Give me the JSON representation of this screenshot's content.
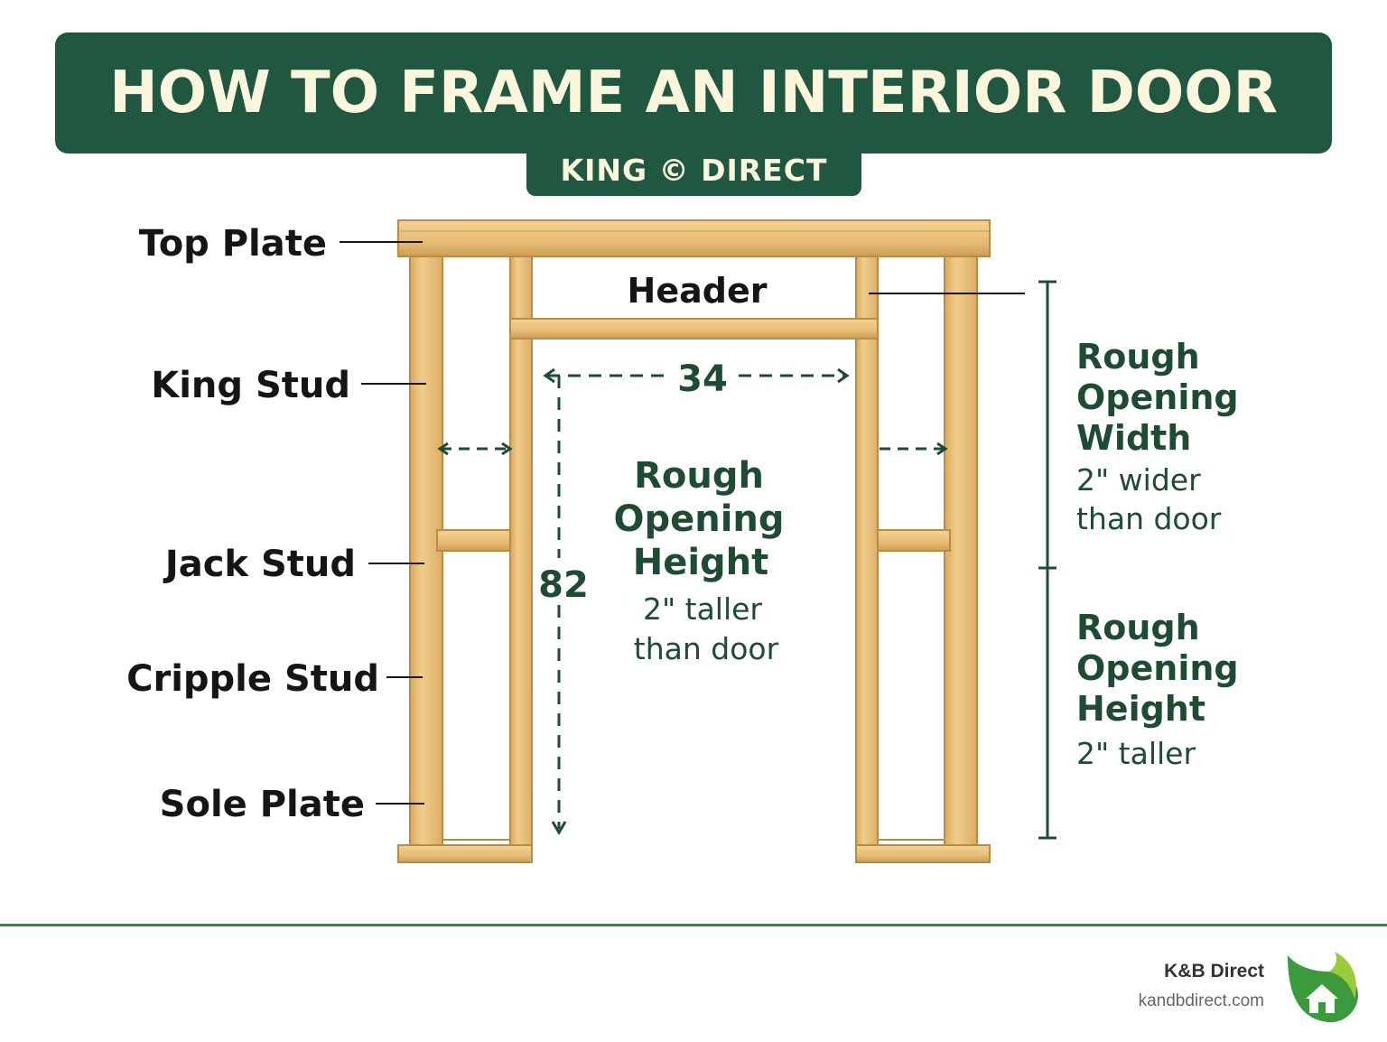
{
  "header": {
    "title": "HOW TO FRAME AN INTERIOR DOOR",
    "brand": "KING © DIRECT",
    "banner_color": "#1f5740",
    "title_color": "#fbf6dc"
  },
  "labels": {
    "top_plate": "Top Plate",
    "king_stud": "King Stud",
    "jack_stud": "Jack Stud",
    "cripple_stud": "Cripple Stud",
    "sole_plate": "Sole Plate",
    "header": "Header"
  },
  "dimensions": {
    "width": "34",
    "height": "82"
  },
  "center_note": {
    "line1": "Rough",
    "line2": "Opening",
    "line3": "Height",
    "line4": "2\" taller",
    "line5": "than door"
  },
  "right_notes": {
    "width": {
      "line1": "Rough",
      "line2": "Opening",
      "line3": "Width",
      "line4": "2\" wider",
      "line5": "than door"
    },
    "height": {
      "line1": "Rough",
      "line2": "Opening",
      "line3": "Height",
      "line4": "2\" taller"
    }
  },
  "footer": {
    "name": "K&B Direct",
    "url": "kandbdirect.com"
  },
  "colors": {
    "wood": "#e9c07a",
    "wood_edge": "#b98c45",
    "dim_green": "#1e4c32",
    "footer_line": "#2d8a3a",
    "logo_green": "#3a9a3c"
  }
}
